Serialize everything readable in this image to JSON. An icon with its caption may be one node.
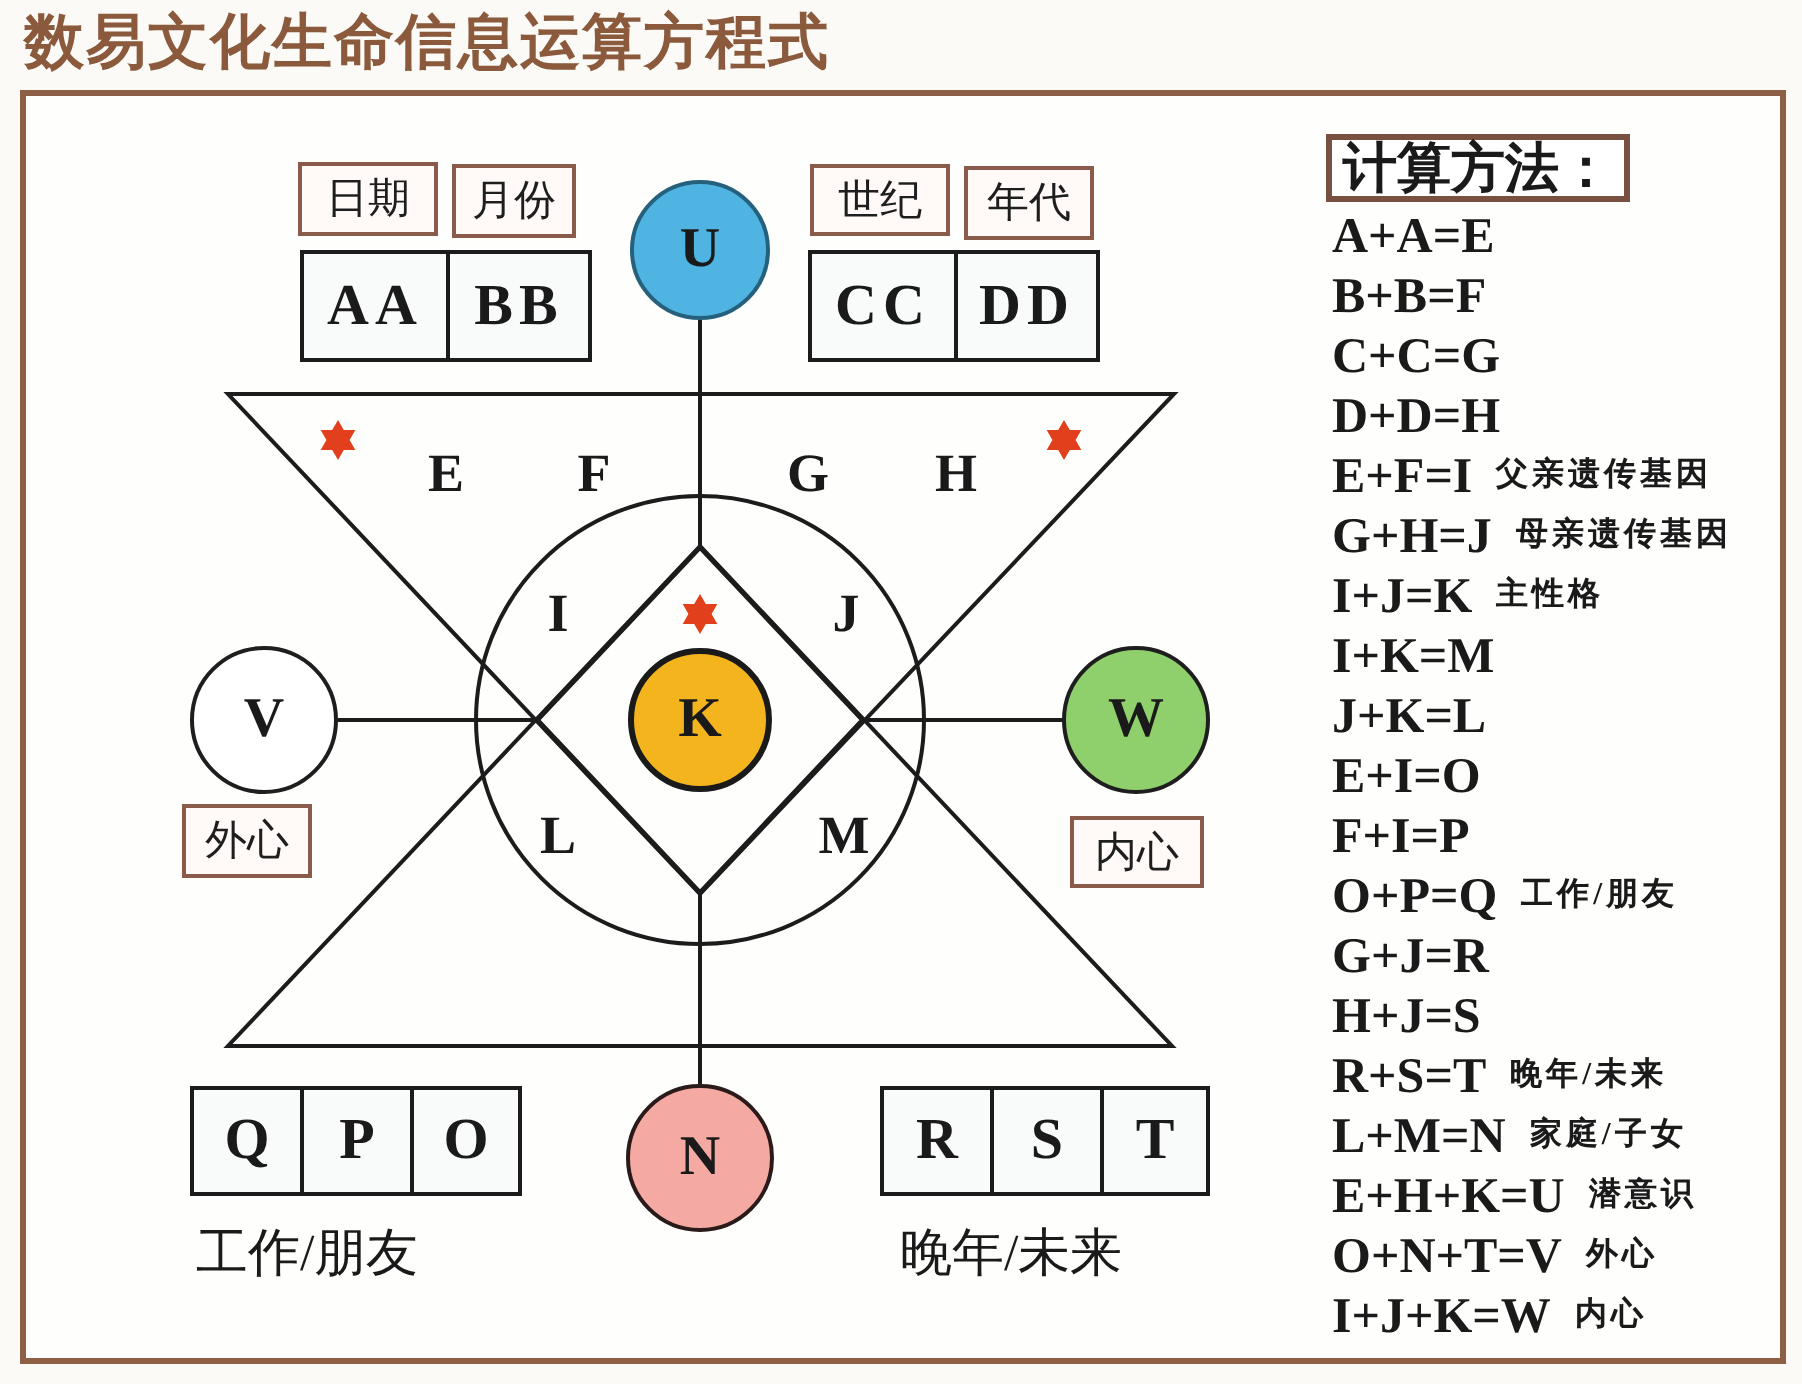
{
  "diagram": {
    "title": "数易文化生命信息运算方程式",
    "nodes": [
      {
        "text": [
          "日期"
        ]
      },
      {
        "text": [
          "月份"
        ]
      },
      {
        "text": [
          "AA"
        ]
      },
      {
        "text": [
          "BB"
        ]
      },
      {
        "text": [
          "U"
        ]
      },
      {
        "text": [
          "世纪"
        ]
      },
      {
        "text": [
          "年代"
        ]
      },
      {
        "text": [
          "CC"
        ]
      },
      {
        "text": [
          "DD"
        ]
      },
      {
        "text": [
          "V"
        ]
      },
      {
        "text": [],
        "shape": "diamond"
      },
      {
        "text": [
          "K"
        ],
        "in": 10
      },
      {
        "text": [
          "W"
        ]
      },
      {
        "text": [
          "外心"
        ]
      },
      {
        "text": [
          "内心"
        ]
      },
      {
        "text": [
          "Q"
        ]
      },
      {
        "text": [
          "P"
        ]
      },
      {
        "text": [
          "O"
        ]
      },
      {
        "text": [
          "N"
        ]
      },
      {
        "text": [
          "R"
        ]
      },
      {
        "text": [
          "S"
        ]
      },
      {
        "text": [
          "T"
        ]
      },
      {
        "text": [
          "计算方法："
        ]
      }
    ],
    "edges": [
      {
        "from": 4,
        "to": 10,
        "arrow": "none"
      },
      {
        "from": 9,
        "to": 10,
        "arrow": "none"
      },
      {
        "from": 12,
        "to": 10,
        "arrow": "none"
      },
      {
        "from": 10,
        "to": 18,
        "arrow": "none"
      }
    ],
    "labels": [
      "E",
      "F",
      "G",
      "H",
      "I",
      "J",
      "L",
      "M",
      "工作/朋友",
      "晚年/未来",
      "A+A=E",
      "B+B=F",
      "C+C=G",
      "D+D=H",
      "E+F=I",
      "父亲遗传基因",
      "G+H=J",
      "母亲遗传基因",
      "I+J=K",
      "主性格",
      "I+K=M",
      "J+K=L",
      "E+I=O",
      "F+I=P",
      "O+P=Q",
      "工作/朋友",
      "G+J=R",
      "H+J=S",
      "R+S=T",
      "晚年/未来",
      "L+M=N",
      "家庭/子女",
      "E+H+K=U",
      "潜意识",
      "O+N+T=V",
      "外心",
      "I+J+K=W",
      "内心"
    ]
  }
}
